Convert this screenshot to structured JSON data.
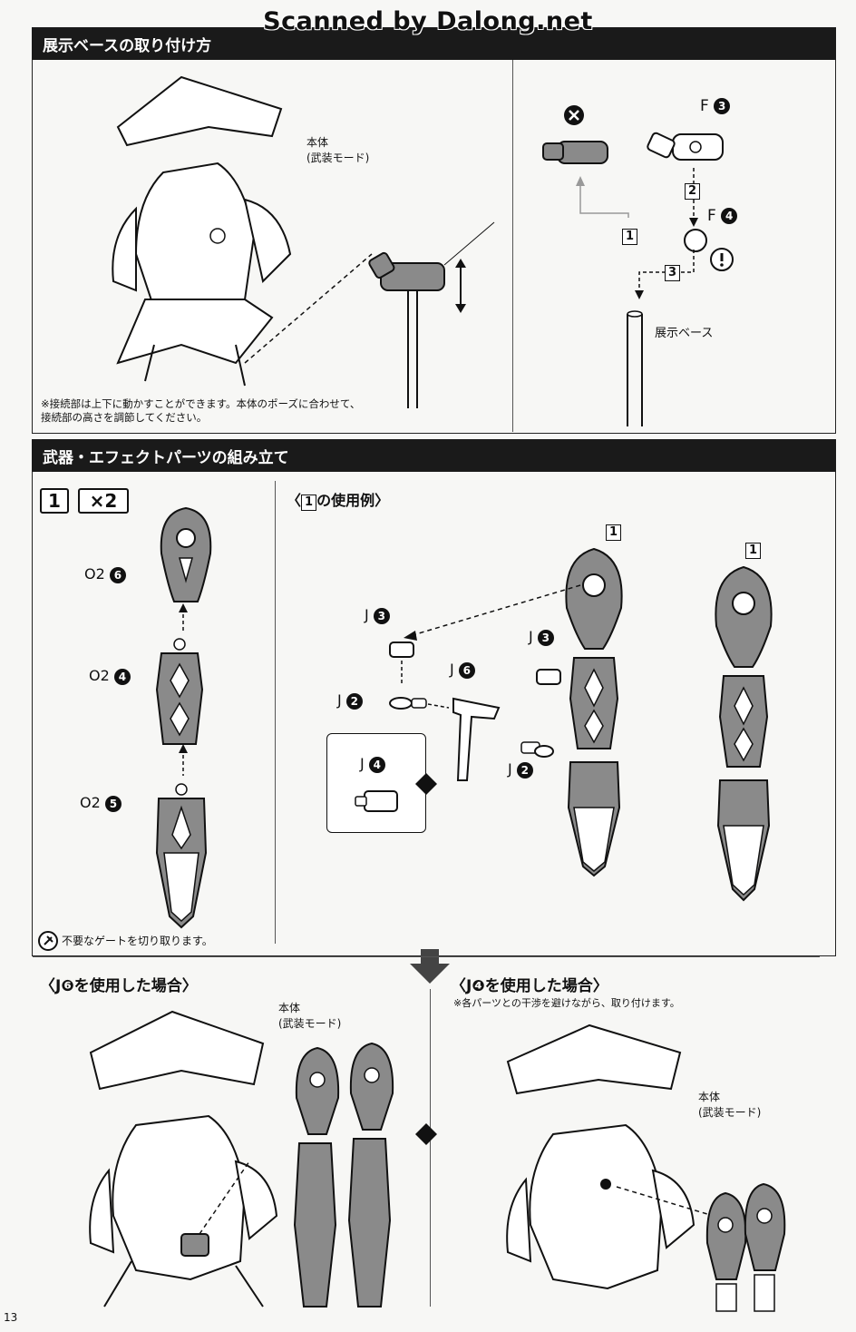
{
  "watermark": "Scanned by Dalong.net",
  "section1": {
    "title": "展示ベースの取り付け方",
    "body_label": "本体\n(武装モード)",
    "note": "※接続部は上下に動かすことができます。本体のポーズに合わせて、\n接続部の高さを調節してください。",
    "part_f3": "F",
    "part_f3_num": "3",
    "part_f4": "F",
    "part_f4_num": "4",
    "step1": "1",
    "step2": "2",
    "step3": "3",
    "base_label": "展示ベース",
    "x_mark": "✖",
    "warn_mark": "!"
  },
  "section2": {
    "title": "武器・エフェクトパーツの組み立て",
    "count_box_num": "1",
    "count_box_mult": "×2",
    "o2_6": "O2",
    "o2_6_num": "6",
    "o2_4": "O2",
    "o2_4_num": "4",
    "o2_5": "O2",
    "o2_5_num": "5",
    "gate_note": "不要なゲートを切り取ります。",
    "example_title_pre": "〈",
    "example_title_num": "1",
    "example_title_post": "の使用例〉",
    "j3a": "J",
    "j3a_num": "3",
    "j2a": "J",
    "j2a_num": "2",
    "j6": "J",
    "j6_num": "6",
    "j3b": "J",
    "j3b_num": "3",
    "j2b": "J",
    "j2b_num": "2",
    "j4": "J",
    "j4_num": "4",
    "box1a": "1",
    "box1b": "1"
  },
  "section3": {
    "left_title": "〈J❻を使用した場合〉",
    "left_body_label": "本体\n(武装モード)",
    "right_title": "〈J❹を使用した場合〉",
    "right_note": "※各パーツとの干渉を避けながら、取り付けます。",
    "right_body_label": "本体\n(武装モード)"
  },
  "page_number": "13",
  "colors": {
    "ink": "#111111",
    "paper": "#f7f7f5",
    "bar": "#1a1a1a",
    "part_grey": "#8a8a8a"
  }
}
